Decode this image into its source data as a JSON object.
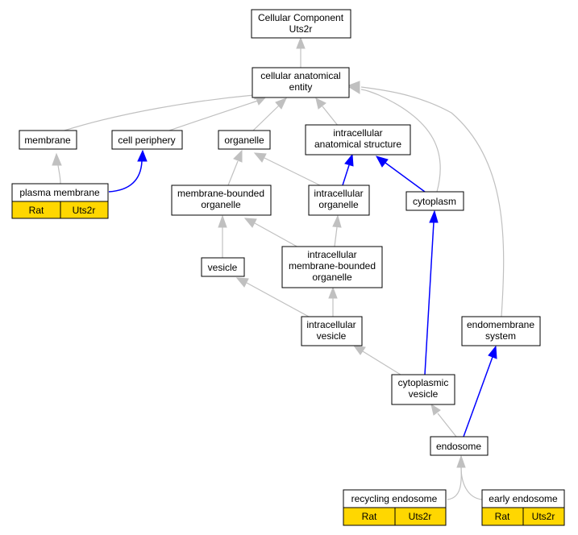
{
  "diagram": {
    "colors": {
      "is_a_edge": "#c0c0c0",
      "part_of_edge": "#0000ff",
      "annotation_fill": "#ffd700",
      "node_fill": "#ffffff"
    },
    "nodes": {
      "root": {
        "lines": [
          "Cellular Component",
          "Uts2r"
        ]
      },
      "cellular_anatomical_entity": {
        "lines": [
          "cellular anatomical",
          "entity"
        ]
      },
      "membrane": {
        "lines": [
          "membrane"
        ]
      },
      "cell_periphery": {
        "lines": [
          "cell periphery"
        ]
      },
      "organelle": {
        "lines": [
          "organelle"
        ]
      },
      "intracellular_anatomical_structure": {
        "lines": [
          "intracellular",
          "anatomical structure"
        ]
      },
      "plasma_membrane": {
        "lines": [
          "plasma membrane"
        ],
        "annotations": [
          "Rat",
          "Uts2r"
        ]
      },
      "membrane_bounded_organelle": {
        "lines": [
          "membrane-bounded",
          "organelle"
        ]
      },
      "intracellular_organelle": {
        "lines": [
          "intracellular",
          "organelle"
        ]
      },
      "cytoplasm": {
        "lines": [
          "cytoplasm"
        ]
      },
      "vesicle": {
        "lines": [
          "vesicle"
        ]
      },
      "intracellular_membrane_bounded_organelle": {
        "lines": [
          "intracellular",
          "membrane-bounded",
          "organelle"
        ]
      },
      "intracellular_vesicle": {
        "lines": [
          "intracellular",
          "vesicle"
        ]
      },
      "endomembrane_system": {
        "lines": [
          "endomembrane",
          "system"
        ]
      },
      "cytoplasmic_vesicle": {
        "lines": [
          "cytoplasmic",
          "vesicle"
        ]
      },
      "endosome": {
        "lines": [
          "endosome"
        ]
      },
      "recycling_endosome": {
        "lines": [
          "recycling endosome"
        ],
        "annotations": [
          "Rat",
          "Uts2r"
        ]
      },
      "early_endosome": {
        "lines": [
          "early endosome"
        ],
        "annotations": [
          "Rat",
          "Uts2r"
        ]
      }
    }
  }
}
